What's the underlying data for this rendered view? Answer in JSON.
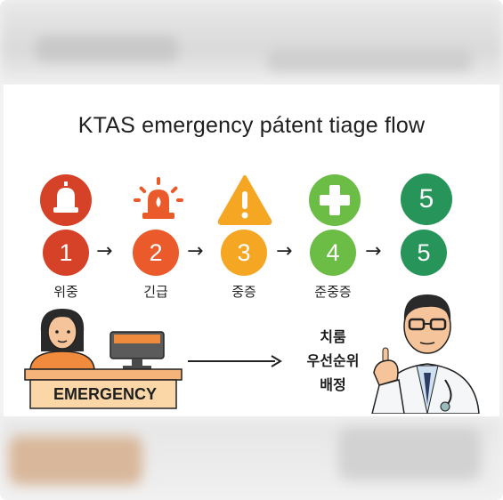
{
  "title": "KTAS emergency pátent tiage flow",
  "colors": {
    "level1": "#d64227",
    "level2": "#ea5a2a",
    "level3": "#f5a623",
    "level4": "#6cbd45",
    "level5": "#27955a"
  },
  "icons": [
    "siren-icon",
    "flashing-light-icon",
    "warning-icon",
    "plus-icon",
    "circle-5-icon"
  ],
  "levels": [
    {
      "number": "1",
      "label": "위중"
    },
    {
      "number": "2",
      "label": "긴급"
    },
    {
      "number": "3",
      "label": "중증"
    },
    {
      "number": "4",
      "label": "준중증"
    },
    {
      "number": "5",
      "label": ""
    }
  ],
  "top_badge_5": "5",
  "arrow_glyph": "→",
  "desk_label": "EMERGENCY",
  "right_text": [
    "치룸",
    "우선순위",
    "배정"
  ]
}
